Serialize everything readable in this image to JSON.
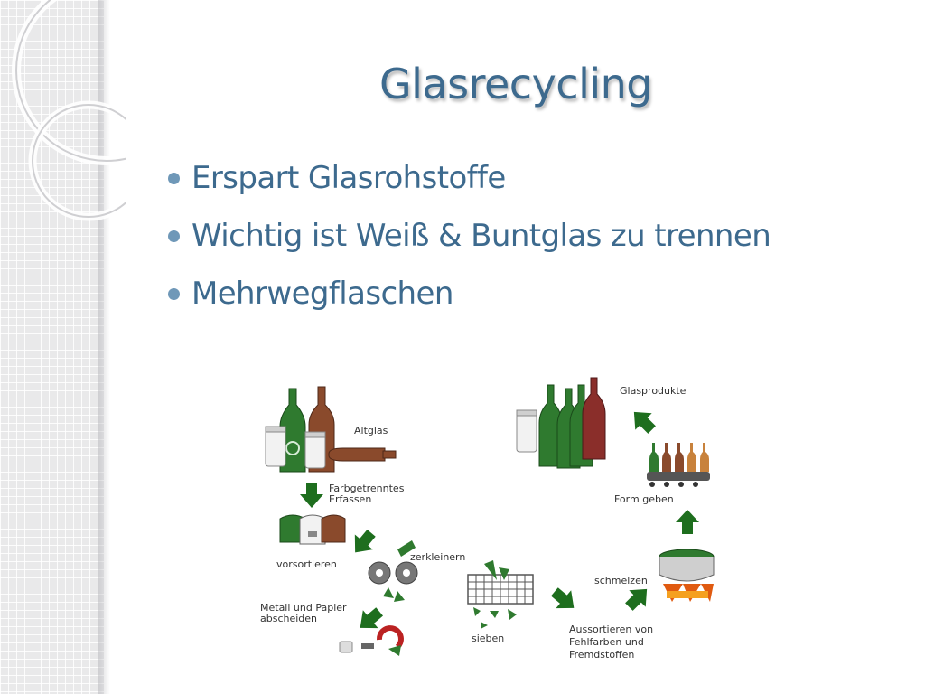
{
  "slide": {
    "title": "Glasrecycling",
    "bullets": [
      "Erspart Glasrohstoffe",
      "Wichtig ist Weiß & Buntglas zu trennen",
      "Mehrwegflaschen"
    ]
  },
  "diagram": {
    "steps": {
      "altglas": "Altglas",
      "farbgetrennt_1": "Farbgetrenntes",
      "farbgetrennt_2": "Erfassen",
      "vorsortieren": "vorsortieren",
      "zerkleinern": "zerkleinern",
      "metall_1": "Metall und Papier",
      "metall_2": "abscheiden",
      "sieben": "sieben",
      "aussortieren_1": "Aussortieren von",
      "aussortieren_2": "Fehlfarben und",
      "aussortieren_3": "Fremdstoffen",
      "schmelzen": "schmelzen",
      "form_geben": "Form geben",
      "glasprodukte": "Glasprodukte"
    }
  },
  "colors": {
    "title": "#3d6a8e",
    "bullet_dot": "#6f98b8",
    "arrow_green": "#1e6e1e",
    "bottle_green": "#2f7a2f",
    "bottle_brown": "#8a4a2c"
  }
}
